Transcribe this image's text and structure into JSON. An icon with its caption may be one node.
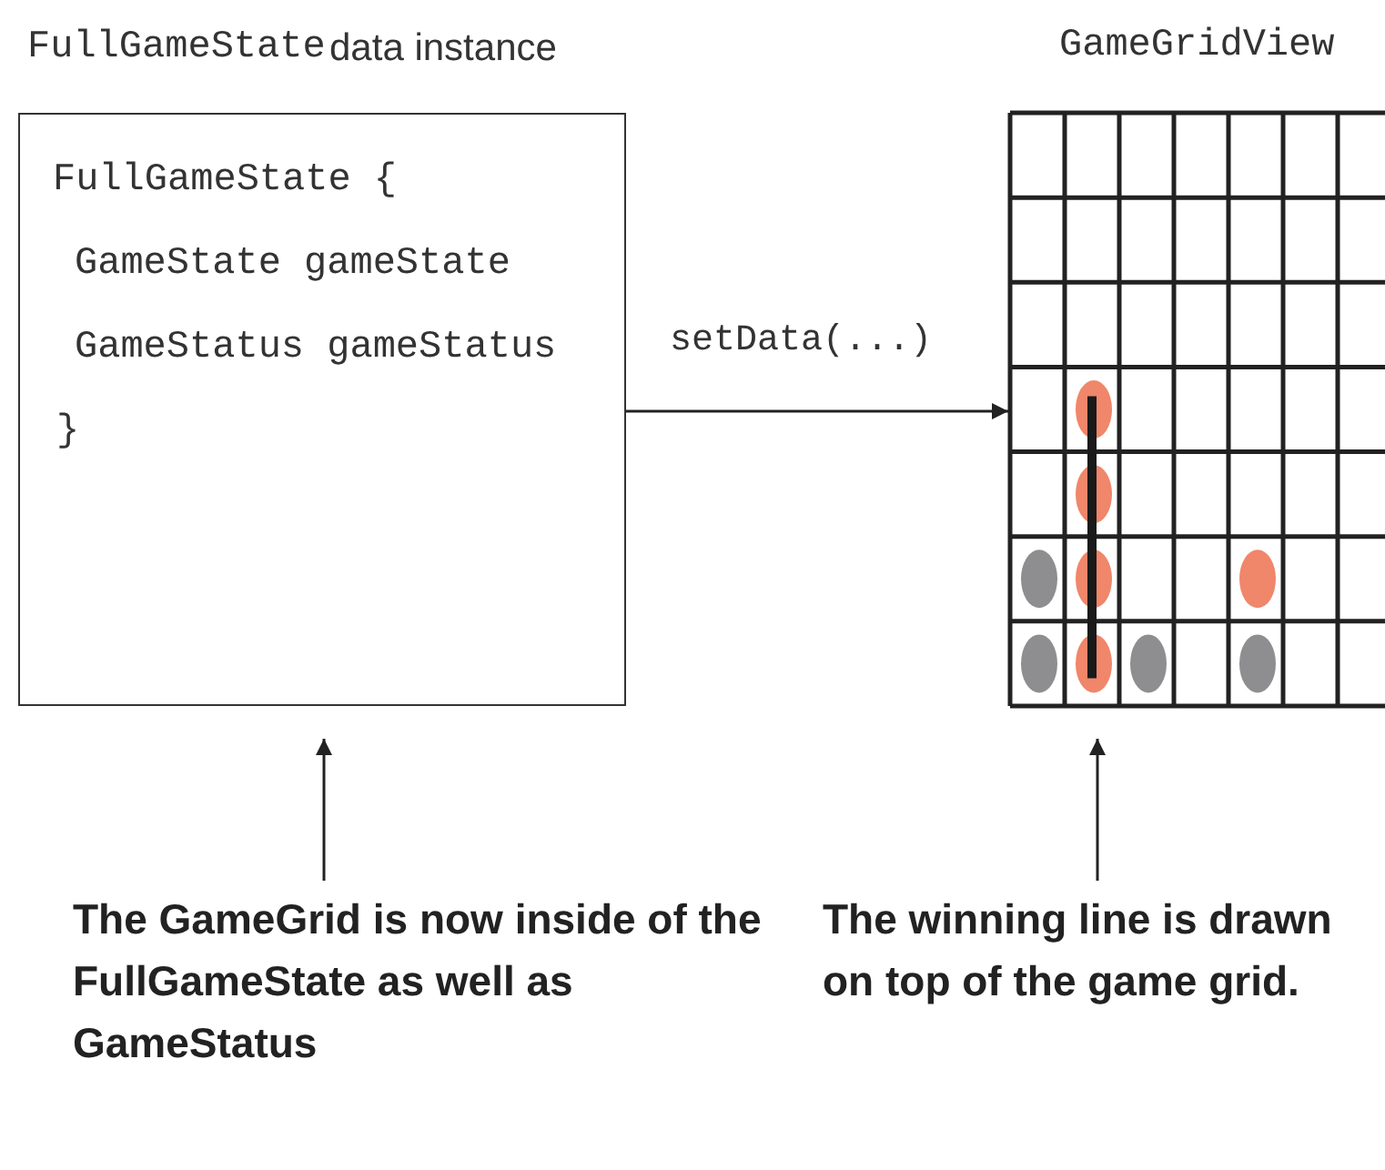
{
  "diagram": {
    "nodes": [
      {
        "text": [
          "FullGameState",
          "data instance",
          "FullGameState {",
          "GameState gameState",
          "GameStatus gameStatus",
          "}"
        ]
      },
      {
        "text": [
          "GameGridView"
        ]
      },
      {
        "text": [
          "The GameGrid is now inside of the FullGameState as well as GameStatus"
        ]
      },
      {
        "text": [
          "The winning line is drawn on top of the game grid."
        ]
      }
    ],
    "edges": [
      {
        "from": 0,
        "to": 1,
        "arrow": "to",
        "label": "setData(...)"
      },
      {
        "from": 2,
        "to": 0,
        "arrow": "to"
      },
      {
        "from": 3,
        "to": 1,
        "arrow": "to"
      }
    ]
  }
}
